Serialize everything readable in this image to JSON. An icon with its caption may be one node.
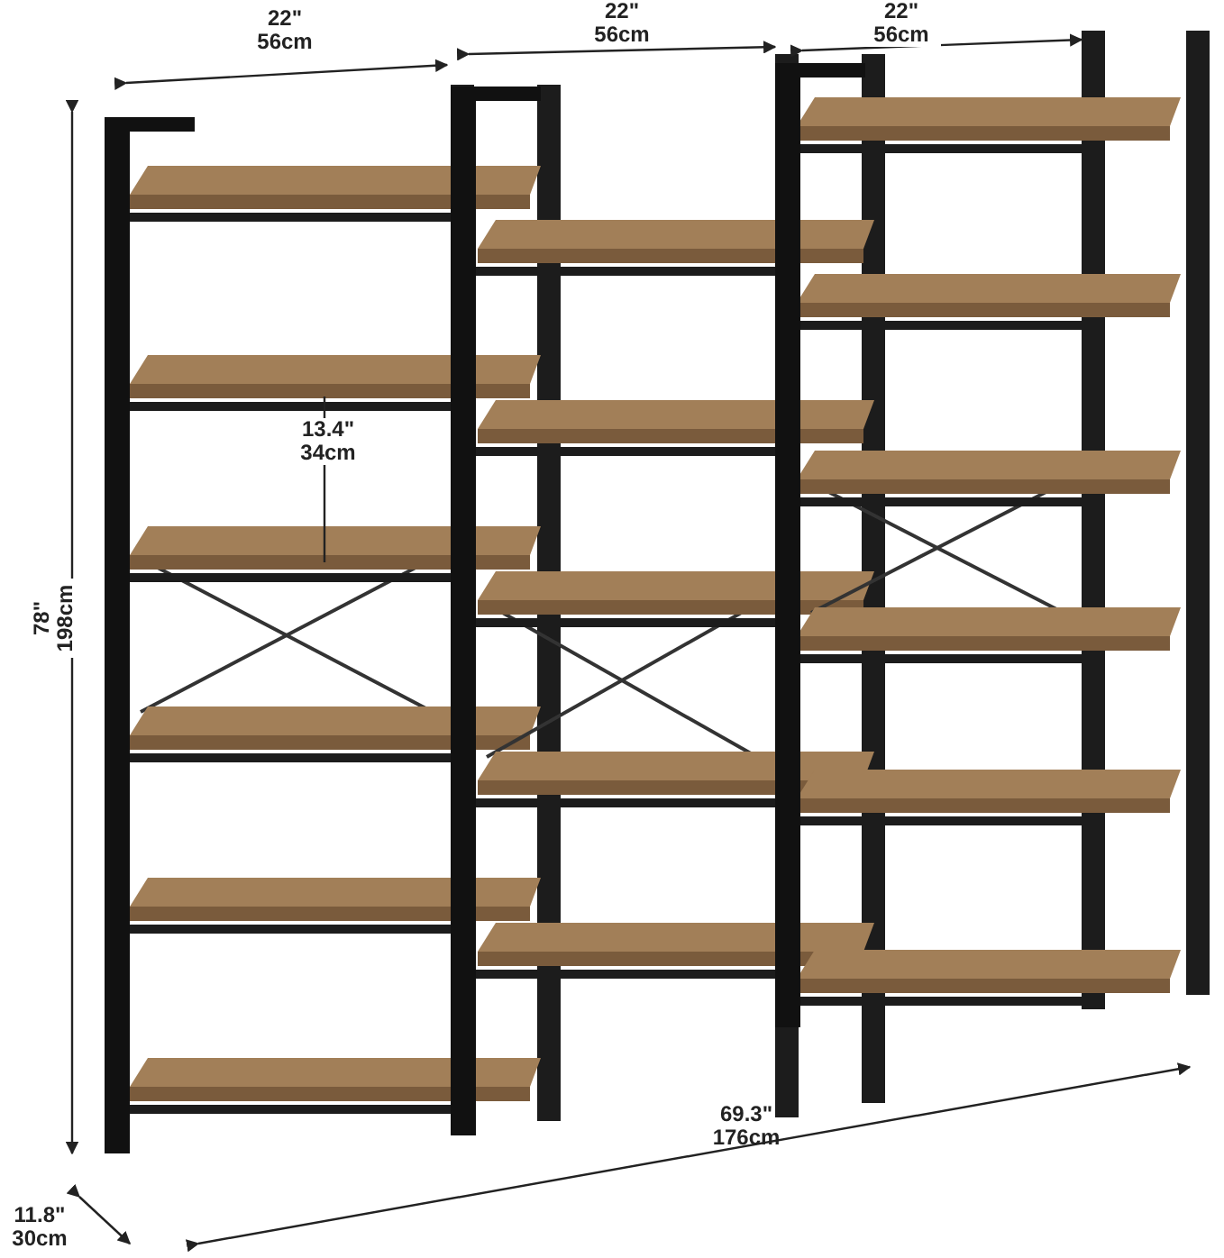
{
  "diagram": {
    "labels": [
      "22\" 56cm",
      "22\" 56cm",
      "22\" 56cm",
      "13.4\" 34cm",
      "78\" 198cm",
      "69.3\" 176cm",
      "11.8\" 30cm"
    ]
  }
}
